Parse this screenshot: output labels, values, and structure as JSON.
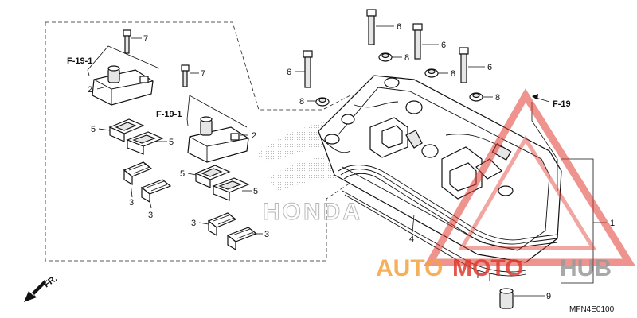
{
  "diagram": {
    "callouts": {
      "c1": "1",
      "c2a": "2",
      "c2b": "2",
      "c3a": "3",
      "c3b": "3",
      "c3c": "3",
      "c3d": "3",
      "c4": "4",
      "c5a": "5",
      "c5b": "5",
      "c5c": "5",
      "c5d": "5",
      "c6a": "6",
      "c6b": "6",
      "c6c": "6",
      "c6d": "6",
      "c7a": "7",
      "c7b": "7",
      "c8a": "8",
      "c8b": "8",
      "c8c": "8",
      "c8d": "8",
      "c9": "9"
    },
    "refs": {
      "r1": "F-19-1",
      "r2": "F-19-1",
      "r3": "F-19"
    },
    "front_label": "FR.",
    "diagram_code": "MFN4E0100",
    "watermark": {
      "brand_text": "HONDA",
      "overlay_auto": "AUTO",
      "overlay_moto": "MOTO",
      "overlay_hub": "HUB",
      "colors": {
        "triangle": "#e03a2f",
        "auto": "#f4a340",
        "moto": "#e03a2f",
        "hub": "#9a9a9a"
      }
    }
  }
}
